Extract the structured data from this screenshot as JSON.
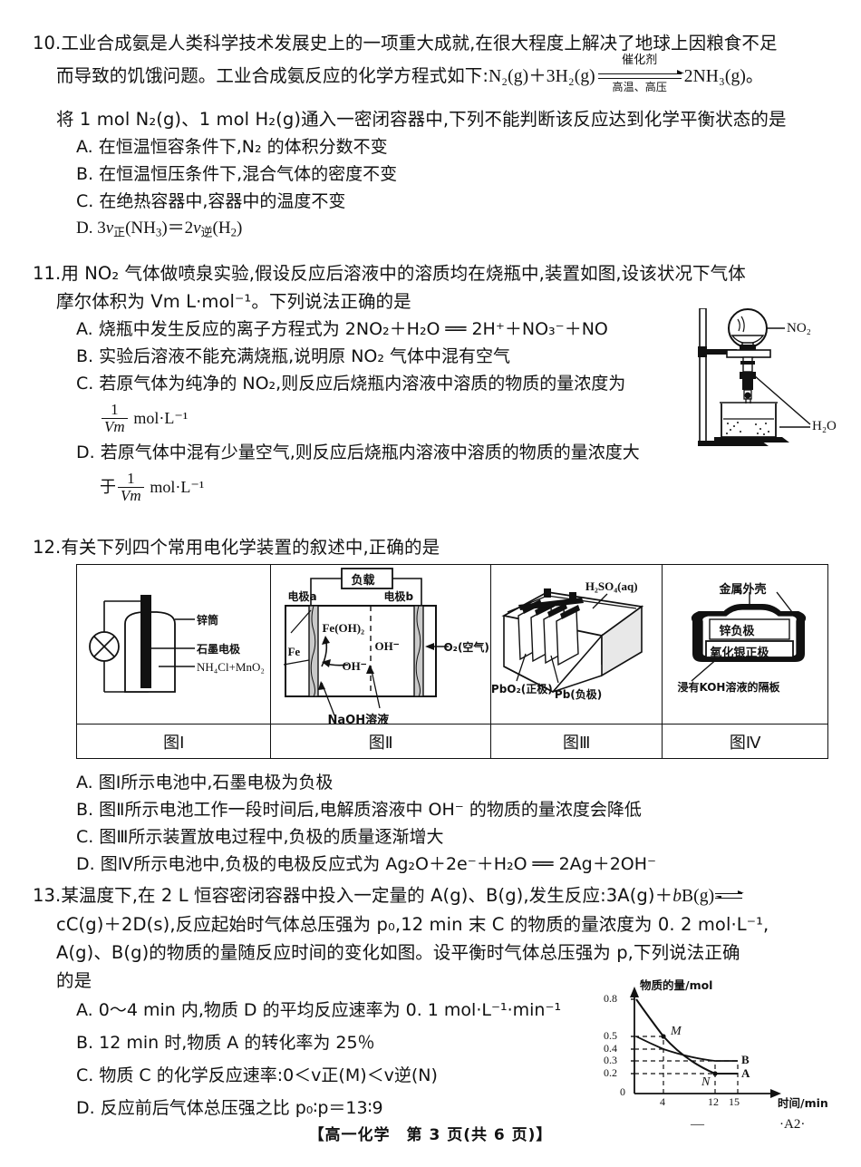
{
  "document": {
    "subject": "高一化学",
    "footer": "【高一化学　第 3 页(共 6 页)】",
    "page_code": "·A2·",
    "dash": "—"
  },
  "q10": {
    "number": "10.",
    "stem_line1": "工业合成氨是人类科学技术发展史上的一项重大成就,在很大程度上解决了地球上因粮食不足",
    "stem_line2_a": "而导致的饥饿问题。工业合成氨反应的化学方程式如下:",
    "eq_left": "N₂(g)＋3H₂(g)",
    "eq_above": "催化剂",
    "eq_below": "高温、高压",
    "eq_right": "2NH₃(g)。",
    "stem_line3": "将 1 mol N₂(g)、1 mol H₂(g)通入一密闭容器中,下列不能判断该反应达到化学平衡状态的是",
    "options": [
      "A. 在恒温恒容条件下,N₂ 的体积分数不变",
      "B. 在恒温恒压条件下,混合气体的密度不变",
      "C. 在绝热容器中,容器中的温度不变",
      "D. 3v正(NH₃)＝2v逆(H₂)"
    ],
    "option_d_parts": {
      "prefix": "D. 3",
      "v1": "v",
      "sub1": "正",
      "mid1": "(NH",
      "sub2": "3",
      "mid2": ")＝2",
      "v2": "v",
      "sub3": "逆",
      "mid3": "(H",
      "sub4": "2",
      "suffix": ")"
    }
  },
  "q11": {
    "number": "11.",
    "stem_line1": "用 NO₂ 气体做喷泉实验,假设反应后溶液中的溶质均在烧瓶中,装置如图,设该状况下气体",
    "stem_line2": "摩尔体积为 Vm L·mol⁻¹。下列说法正确的是",
    "option_a": "A. 烧瓶中发生反应的离子方程式为 2NO₂＋H₂O ══ 2H⁺＋NO₃⁻＋NO",
    "option_b": "B. 实验后溶液不能充满烧瓶,说明原 NO₂ 气体中混有空气",
    "option_c": "C. 若原气体为纯净的 NO₂,则反应后烧瓶内溶液中溶质的物质的量浓度为",
    "option_c_frac_num": "1",
    "option_c_frac_den": "Vm",
    "option_c_unit": "mol·L⁻¹",
    "option_d": "D. 若原气体中混有少量空气,则反应后烧瓶内溶液中溶质的物质的量浓度大",
    "option_d_prefix": "于",
    "apparatus": {
      "label_gas": "NO₂",
      "label_water": "H₂O"
    }
  },
  "q12": {
    "number": "12.",
    "stem": "有关下列四个常用电化学装置的叙述中,正确的是",
    "figures": [
      {
        "caption": "图Ⅰ",
        "labels": [
          "锌筒",
          "石墨电极",
          "NH₄Cl+MnO₂"
        ]
      },
      {
        "caption": "图Ⅱ",
        "labels": [
          "负载",
          "电极a",
          "电极b",
          "Fe",
          "Fe(OH)₂",
          "OH⁻",
          "OH⁻",
          "O₂(空气)",
          "NaOH溶液"
        ]
      },
      {
        "caption": "图Ⅲ",
        "labels": [
          "H₂SO₄(aq)",
          "PbO₂(正极)",
          "Pb(负极)"
        ]
      },
      {
        "caption": "图Ⅳ",
        "labels": [
          "金属外壳",
          "锌负极",
          "氧化银正极",
          "浸有KOH溶液的隔板"
        ]
      }
    ],
    "options": [
      "A. 图Ⅰ所示电池中,石墨电极为负极",
      "B. 图Ⅱ所示电池工作一段时间后,电解质溶液中 OH⁻ 的物质的量浓度会降低",
      "C. 图Ⅲ所示装置放电过程中,负极的质量逐渐增大",
      "D. 图Ⅳ所示电池中,负极的电极反应式为 Ag₂O＋2e⁻＋H₂O ══ 2Ag＋2OH⁻"
    ]
  },
  "q13": {
    "number": "13.",
    "stem_line1_a": "某温度下,在 2 L 恒容密闭容器中投入一定量的 A(g)、B(g),发生反应:3A(g)＋",
    "stem_line1_b": "bB(g)",
    "stem_line2": "cC(g)＋2D(s),反应起始时气体总压强为 p₀,12 min 末 C 的物质的量浓度为 0. 2 mol·L⁻¹,",
    "stem_line3": "A(g)、B(g)的物质的量随反应时间的变化如图。设平衡时气体总压强为 p,下列说法正确",
    "stem_line4": "的是",
    "options": [
      "A. 0～4 min 内,物质 D 的平均反应速率为 0. 1 mol·L⁻¹·min⁻¹",
      "B. 12 min 时,物质 A 的转化率为 25％",
      "C. 物质 C 的化学反应速率:0＜v正(M)＜v逆(N)",
      "D. 反应前后气体总压强之比 p₀∶p＝13∶9"
    ]
  },
  "chart_data": {
    "type": "line",
    "title": "",
    "ylabel": "物质的量/mol",
    "xlabel": "时间/min",
    "xticks": [
      4,
      12,
      15
    ],
    "xtick_labels": [
      "4",
      "12",
      "15"
    ],
    "yticks": [
      0,
      0.2,
      0.3,
      0.4,
      0.5,
      0.8
    ],
    "ytick_labels": [
      "0",
      "0.2",
      "0.3",
      "0.4",
      "0.5",
      "0.8"
    ],
    "xlim": [
      0,
      17
    ],
    "ylim": [
      0,
      0.9
    ],
    "grid": false,
    "legend_position": "inline-right",
    "series": [
      {
        "name": "A",
        "label": "A",
        "points": [
          [
            0,
            0.8
          ],
          [
            2,
            0.655
          ],
          [
            4,
            0.5
          ],
          [
            6,
            0.385
          ],
          [
            8,
            0.3
          ],
          [
            10,
            0.235
          ],
          [
            12,
            0.2
          ],
          [
            15,
            0.2
          ]
        ]
      },
      {
        "name": "B",
        "label": "B",
        "points": [
          [
            0,
            0.5
          ],
          [
            2,
            0.45
          ],
          [
            4,
            0.4
          ],
          [
            6,
            0.365
          ],
          [
            8,
            0.335
          ],
          [
            10,
            0.312
          ],
          [
            12,
            0.3
          ],
          [
            15,
            0.3
          ]
        ]
      }
    ],
    "annotations": [
      {
        "label": "M",
        "x": 4,
        "y": 0.5
      },
      {
        "label": "N",
        "x": 12,
        "y": 0.2
      }
    ],
    "dashed_guides": [
      {
        "from": [
          0,
          0.5
        ],
        "to": [
          4,
          0.5
        ]
      },
      {
        "from": [
          0,
          0.4
        ],
        "to": [
          4,
          0.4
        ]
      },
      {
        "from": [
          0,
          0.3
        ],
        "to": [
          15,
          0.3
        ]
      },
      {
        "from": [
          0,
          0.2
        ],
        "to": [
          15,
          0.2
        ]
      },
      {
        "from": [
          4,
          0
        ],
        "to": [
          4,
          0.5
        ]
      },
      {
        "from": [
          12,
          0
        ],
        "to": [
          12,
          0.3
        ]
      },
      {
        "from": [
          15,
          0
        ],
        "to": [
          15,
          0.3
        ]
      }
    ]
  }
}
